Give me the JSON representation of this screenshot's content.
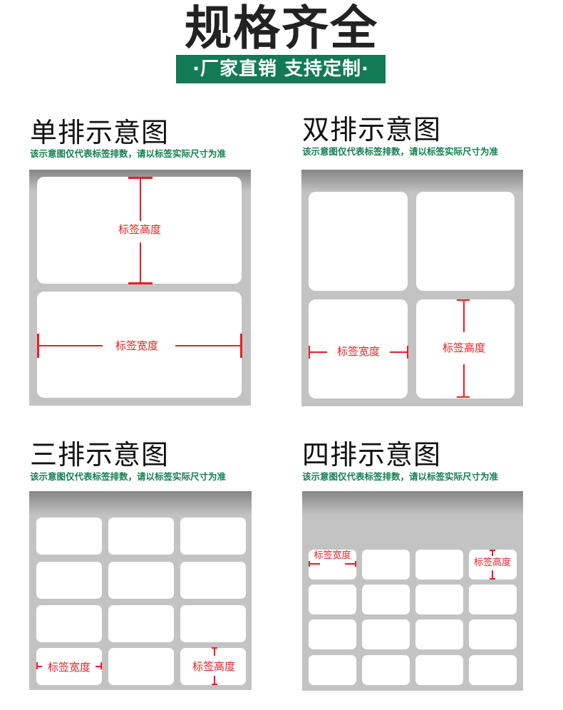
{
  "header": {
    "title": "规格齐全",
    "banner": "·厂家直销 支持定制·",
    "banner_color": "#127a55"
  },
  "sections": [
    {
      "title": "单排示意图",
      "subtitle": "该示意图仅代表标签排数，请以标签实际尺寸为准",
      "columns": 1,
      "rows": 2,
      "height_label": "标签高度",
      "width_label": "标签宽度"
    },
    {
      "title": "双排示意图",
      "subtitle": "该示意图仅代表标签排数，请以标签实际尺寸为准",
      "columns": 2,
      "rows": 2,
      "height_label": "标签高度",
      "width_label": "标签宽度"
    },
    {
      "title": "三排示意图",
      "subtitle": "该示意图仅代表标签排数，请以标签实际尺寸为准",
      "columns": 3,
      "rows": 4,
      "height_label": "标签高度",
      "width_label": "标签宽度"
    },
    {
      "title": "四排示意图",
      "subtitle": "该示意图仅代表标签排数，请以标签实际尺寸为准",
      "columns": 4,
      "rows": 4,
      "height_label": "标签高度",
      "width_label": "标签宽度"
    }
  ],
  "colors": {
    "accent_green": "#128052",
    "dimension_red": "#ee1c24",
    "panel_gray": "#c3c3c3"
  }
}
